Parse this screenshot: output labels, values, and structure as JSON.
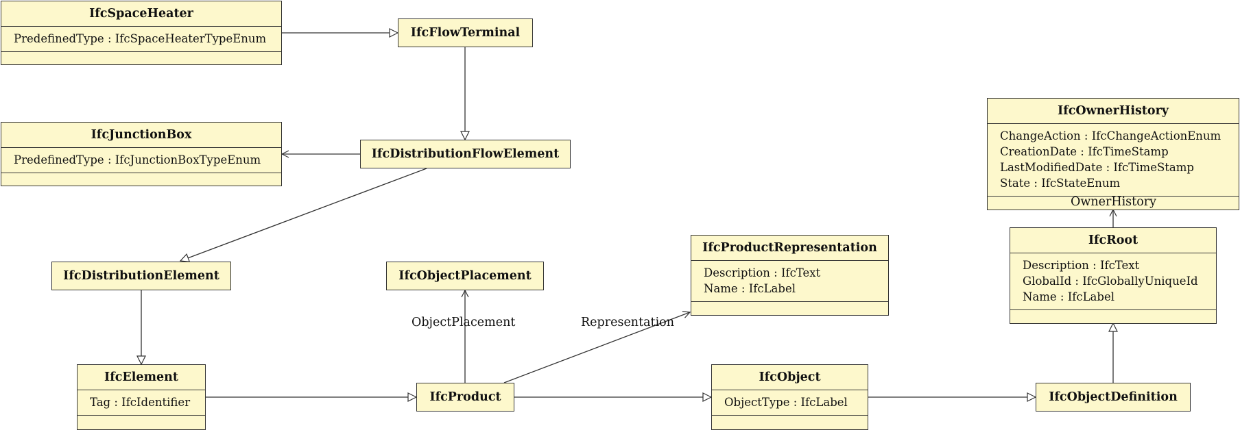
{
  "classes": {
    "space_heater": {
      "name": "IfcSpaceHeater",
      "attrs": [
        "PredefinedType : IfcSpaceHeaterTypeEnum"
      ]
    },
    "flow_terminal": {
      "name": "IfcFlowTerminal"
    },
    "junction_box": {
      "name": "IfcJunctionBox",
      "attrs": [
        "PredefinedType : IfcJunctionBoxTypeEnum"
      ]
    },
    "distribution_flow_element": {
      "name": "IfcDistributionFlowElement"
    },
    "distribution_element": {
      "name": "IfcDistributionElement"
    },
    "object_placement": {
      "name": "IfcObjectPlacement"
    },
    "product_representation": {
      "name": "IfcProductRepresentation",
      "attrs": [
        "Description : IfcText",
        "Name : IfcLabel"
      ]
    },
    "element": {
      "name": "IfcElement",
      "attrs": [
        "Tag : IfcIdentifier"
      ]
    },
    "product": {
      "name": "IfcProduct"
    },
    "object": {
      "name": "IfcObject",
      "attrs": [
        "ObjectType : IfcLabel"
      ]
    },
    "object_definition": {
      "name": "IfcObjectDefinition"
    },
    "owner_history": {
      "name": "IfcOwnerHistory",
      "attrs": [
        "ChangeAction : IfcChangeActionEnum",
        "CreationDate : IfcTimeStamp",
        "LastModifiedDate : IfcTimeStamp",
        "State : IfcStateEnum"
      ]
    },
    "root": {
      "name": "IfcRoot",
      "attrs": [
        "Description : IfcText",
        "GlobalId : IfcGloballyUniqueId",
        "Name : IfcLabel"
      ]
    }
  },
  "edge_labels": {
    "object_placement": "ObjectPlacement",
    "representation": "Representation",
    "owner_history": "OwnerHistory"
  }
}
